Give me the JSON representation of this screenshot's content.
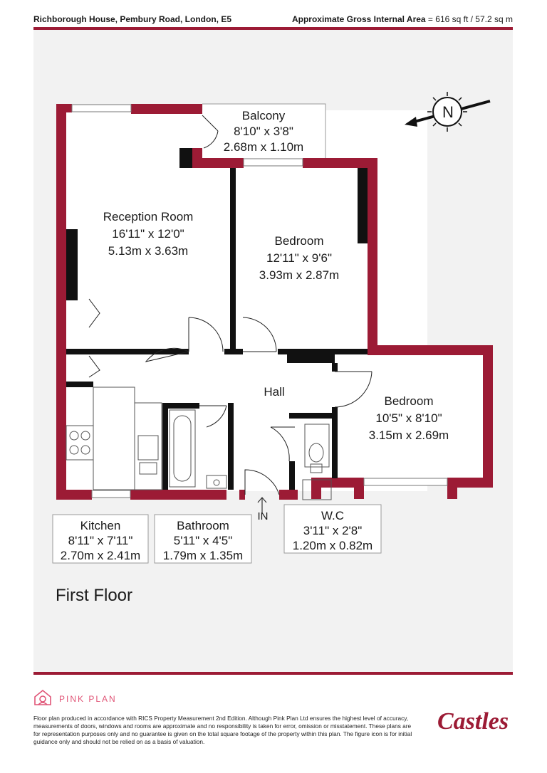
{
  "header": {
    "address": "Richborough House, Pembury Road, London, E5",
    "area_label": "Approximate Gross Internal Area",
    "area_value": " = 616 sq ft / 57.2 sq m"
  },
  "rooms": {
    "reception": {
      "name": "Reception Room",
      "imperial": "16'11\" x 12'0\"",
      "metric": "5.13m x 3.63m"
    },
    "bedroom1": {
      "name": "Bedroom",
      "imperial": "12'11\" x 9'6\"",
      "metric": "3.93m x 2.87m"
    },
    "bedroom2": {
      "name": "Bedroom",
      "imperial": "10'5\" x 8'10\"",
      "metric": "3.15m x 2.69m"
    },
    "balcony": {
      "name": "Balcony",
      "imperial": "8'10\" x 3'8\"",
      "metric": "2.68m x 1.10m"
    },
    "hall": {
      "name": "Hall"
    },
    "kitchen": {
      "name": "Kitchen",
      "imperial": "8'11\" x 7'11\"",
      "metric": "2.70m x 2.41m"
    },
    "bathroom": {
      "name": "Bathroom",
      "imperial": "5'11\" x 4'5\"",
      "metric": "1.79m x 1.35m"
    },
    "wc": {
      "name": "W.C",
      "imperial": "3'11\" x 2'8\"",
      "metric": "1.20m x 0.82m"
    }
  },
  "entrance_label": "IN",
  "compass_label": "N",
  "floor_label": "First Floor",
  "brand": {
    "name": "PINK PLAN",
    "logo_text": "Castles"
  },
  "disclaimer": "Floor plan produced in accordance with RICS Property Measurement 2nd Edition. Although Pink Plan Ltd ensures the highest level of accuracy, measurements of doors, windows and rooms are approximate and no responsibility is taken for error, omission or misstatement. These plans are for representation purposes only and no guarantee is given on the total square footage of the property within this plan. The figure icon is for initial guidance only and should not be relied on as a basis of valuation.",
  "colors": {
    "wall": "#9c1b35",
    "background": "#f2f2f2",
    "brand_pink": "#e05577"
  },
  "icons": [
    "compass-icon",
    "pink-plan-logo-icon",
    "entrance-arrow-icon"
  ]
}
